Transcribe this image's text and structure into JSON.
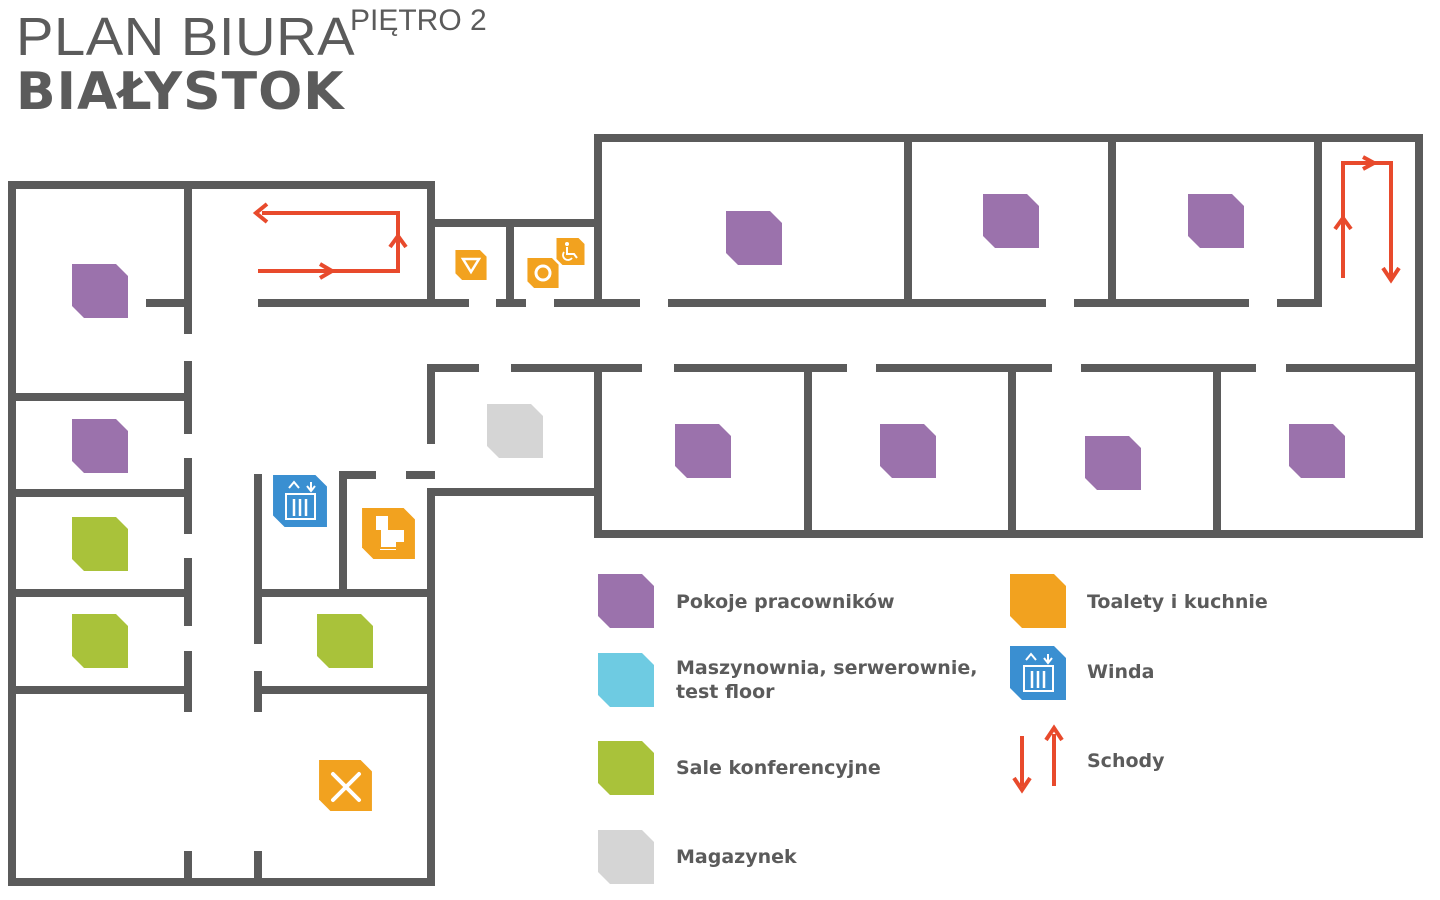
{
  "header": {
    "title": "PLAN BIURA",
    "floor": "PIĘTRO 2",
    "city": "BIAŁYSTOK"
  },
  "colors": {
    "wall": "#5b5b5b",
    "staff_room": "#9b72ac",
    "server_room": "#6ecbe2",
    "conference": "#a9c23a",
    "storage": "#d5d5d5",
    "toilet_kitchen": "#f2a21f",
    "elevator": "#3a8fd1",
    "stairs": "#e84a2c"
  },
  "icons": {
    "restroom_women": "triangle-icon",
    "restroom_men": "circle-icon",
    "accessible": "wheelchair-icon",
    "elevator": "elevator-icon",
    "kitchen": "sink-icon",
    "cafeteria": "fork-knife-icon",
    "stairs": "stairs-arrows-icon"
  },
  "legend": {
    "staff_rooms": "Pokoje pracowników",
    "server_rooms_line1": "Maszynownia, serwerownie,",
    "server_rooms_line2": "test floor",
    "conference_rooms": "Sale konferencyjne",
    "storage": "Magazynek",
    "toilets_kitchens": "Toalety i kuchnie",
    "elevator": "Winda",
    "stairs": "Schody"
  }
}
